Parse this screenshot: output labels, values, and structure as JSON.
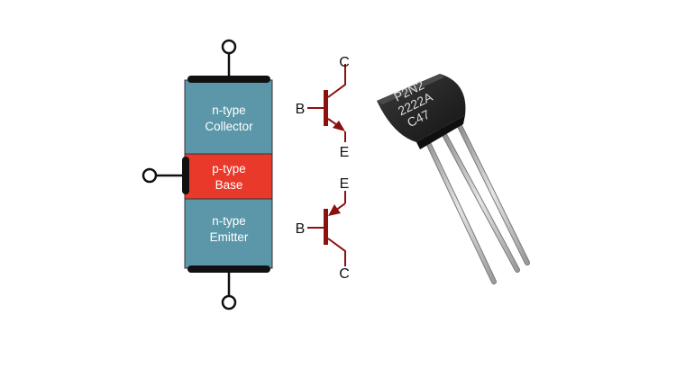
{
  "layers": {
    "collector": {
      "line1": "n-type",
      "line2": "Collector",
      "fill": "#5b97a8"
    },
    "base": {
      "line1": "p-type",
      "line2": "Base",
      "fill": "#e8392a"
    },
    "emitter": {
      "line1": "n-type",
      "line2": "Emitter",
      "fill": "#5b97a8"
    }
  },
  "symbols": {
    "npn": {
      "collector": "C",
      "base": "B",
      "emitter": "E"
    },
    "pnp": {
      "emitter": "E",
      "base": "B",
      "collector": "C"
    },
    "color": "#8b1010"
  },
  "package": {
    "marking_line1": "P2N2",
    "marking_line2": "2222A",
    "marking_line3": "C47"
  }
}
